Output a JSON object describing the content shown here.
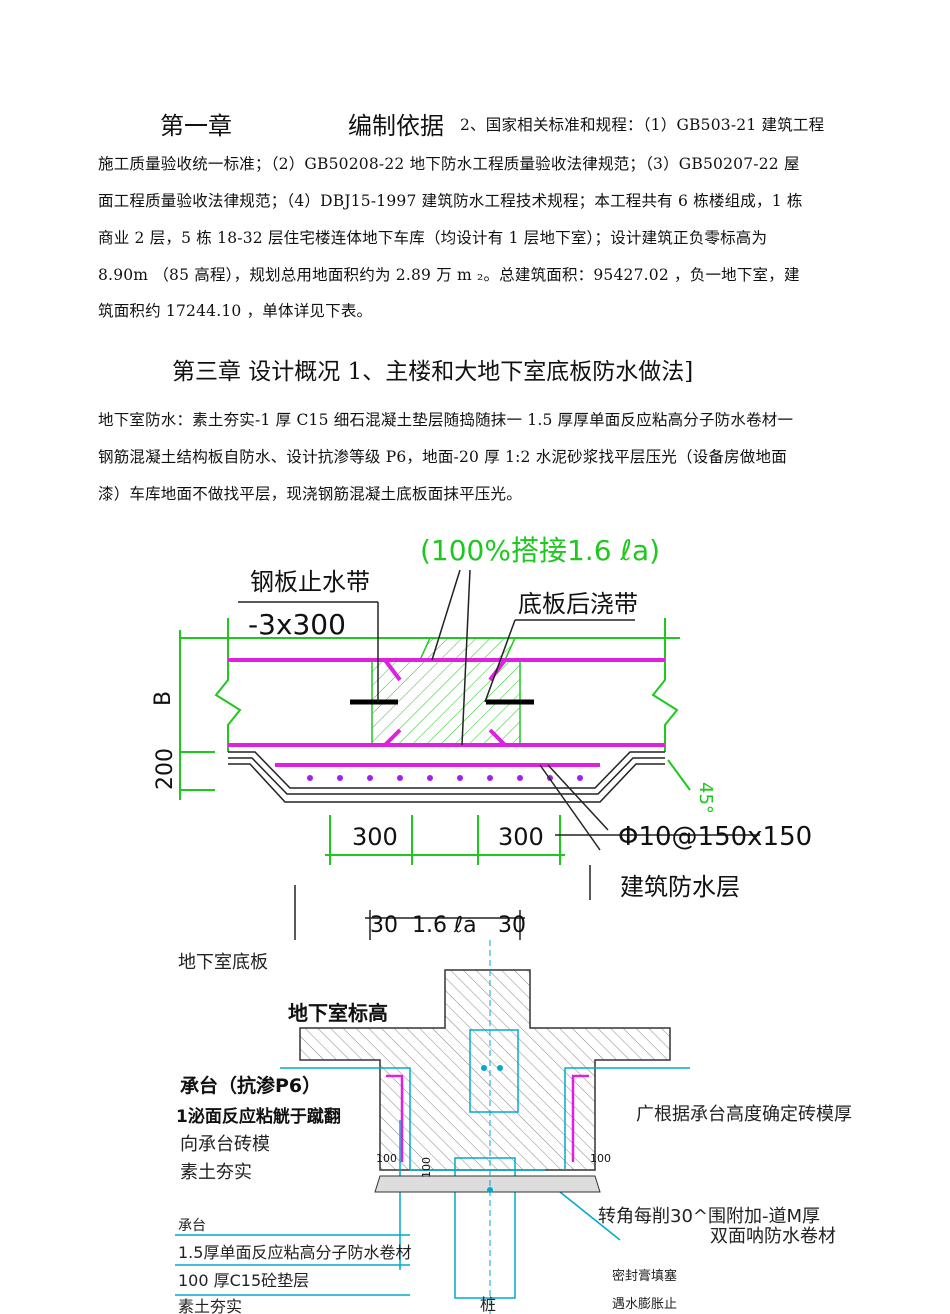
{
  "heading1": {
    "chapter": "第一章",
    "title": "编制依据",
    "tail": "2、国家相关标准和规程：（1）GB503-21 建筑工程"
  },
  "para1_lines": [
    "施工质量验收统一标准；（2）GB50208-22 地下防水工程质量验收法律规范；（3）GB50207-22 屋",
    "面工程质量验收法律规范；（4）DBJ15-1997 建筑防水工程技术规程；本工程共有 6 栋楼组成，1 栋",
    "商业 2 层，5 栋 18-32 层住宅楼连体地下车库（均设计有 1 层地下室）；设计建筑正负零标高为",
    "8.90m （85 高程），规划总用地面积约为 2.89 万 m ₂。总建筑面积：95427.02 ，负一地下室，建",
    "筑面积约 17244.10 ，单体详见下表。"
  ],
  "heading3": "第三章  设计概况 1、主楼和大地下室底板防水做法]",
  "para2_lines": [
    "地下室防水：素土夯实-1 厚 C15 细石混凝土垫层随捣随抹一 1.5 厚厚单面反应粘高分子防水卷材一",
    "钢筋混凝土结构板自防水、设计抗渗等级 P6，地面-20 厚 1:2 水泥砂浆找平层压光（设备房做地面",
    "漆）车库地面不做找平层，现浇钢筋混凝土底板面抹平压光。"
  ],
  "drawing1": {
    "lap_note": "(100%搭接1.6 ℓa)",
    "steel_stop": "钢板止水带",
    "steel_size": "-3x300",
    "post_pour": "底板后浇带",
    "dim_B": "B",
    "dim_200": "200",
    "dim_300a": "300",
    "dim_300b": "300",
    "angle": "45°",
    "rebar": "Φ10@150x150",
    "waterproof": "建筑防水层",
    "dim_30a": "30",
    "dim_lap": "1.6 ℓa",
    "dim_30b": "30"
  },
  "drawing2": {
    "slab_label": "地下室底板",
    "level_label": "地下室标高",
    "cap_label": "承台（抗渗P6）",
    "note1": "1泌面反应粘觥于蹴翻",
    "note2": "向承台砖模",
    "note3": "素土夯实",
    "right1": "广根据承台高度确定砖模厚",
    "right2": "转角每削30^围附加-道M厚",
    "right3": "双面呐防水卷材",
    "dim100a": "100",
    "dim100b": "100",
    "dim100c": "100",
    "legend": [
      "承台",
      "1.5厚单面反应粘高分子防水卷材",
      "100 厚C15砼垫层",
      "素土夯实"
    ],
    "pile": "桩",
    "seal": "密封膏填塞",
    "swell": "遇水膨胀止"
  }
}
